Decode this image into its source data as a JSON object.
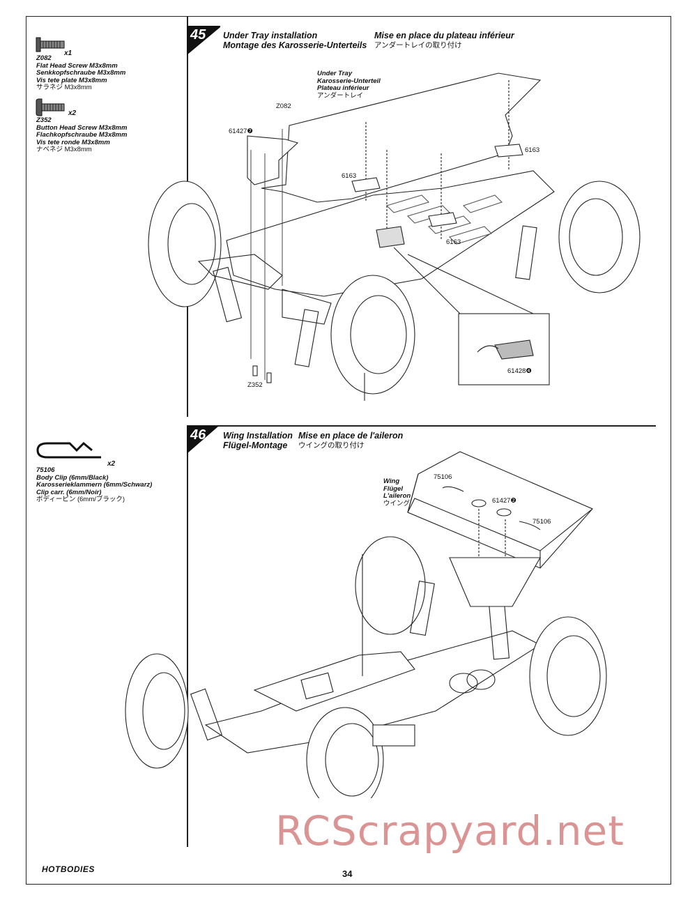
{
  "page": {
    "number": "34",
    "brand": "HOTBODIES",
    "watermark": "RCScrapyard.net"
  },
  "step45": {
    "number": "45",
    "title_en": "Under Tray installation",
    "title_de": "Montage des Karosserie-Unterteils",
    "title_fr": "Mise en place du plateau inférieur",
    "title_ja": "アンダートレイの取り付け",
    "parts": [
      {
        "code": "Z082",
        "qty": "x1",
        "en": "Flat Head Screw M3x8mm",
        "de": "Senkkopfschraube M3x8mm",
        "fr": "Vis tete plate M3x8mm",
        "ja": "サラネジ M3x8mm"
      },
      {
        "code": "Z352",
        "qty": "x2",
        "en": "Button Head Screw M3x8mm",
        "de": "Flachkopfschraube M3x8mm",
        "fr": "Vis tete ronde M3x8mm",
        "ja": "ナベネジ M3x8mm"
      }
    ],
    "callouts": {
      "tray_en": "Under Tray",
      "tray_de": "Karosserie-Unterteil",
      "tray_fr": "Plateau inférieur",
      "tray_ja": "アンダートレイ",
      "z082": "Z082",
      "p61427": "61427❼",
      "p6163a": "6163",
      "p6163b": "6163",
      "p6163c": "6163",
      "z352": "Z352",
      "p61428": "61428❹"
    }
  },
  "step46": {
    "number": "46",
    "title_en": "Wing Installation",
    "title_de": "Flügel-Montage",
    "title_fr": "Mise en place de l'aileron",
    "title_ja": "ウイングの取り付け",
    "parts": [
      {
        "code": "75106",
        "qty": "x2",
        "en": "Body Clip (6mm/Black)",
        "de": "Karosserieklammern (6mm/Schwarz)",
        "fr": "Clip carr. (6mm/Noir)",
        "ja": "ボディーピン (6mm/ブラック)"
      }
    ],
    "callouts": {
      "wing_en": "Wing",
      "wing_de": "Flügel",
      "wing_fr": "L'aileron",
      "wing_ja": "ウイング",
      "clip_a": "75106",
      "clip_b": "75106",
      "p61427": "61427❷"
    }
  }
}
